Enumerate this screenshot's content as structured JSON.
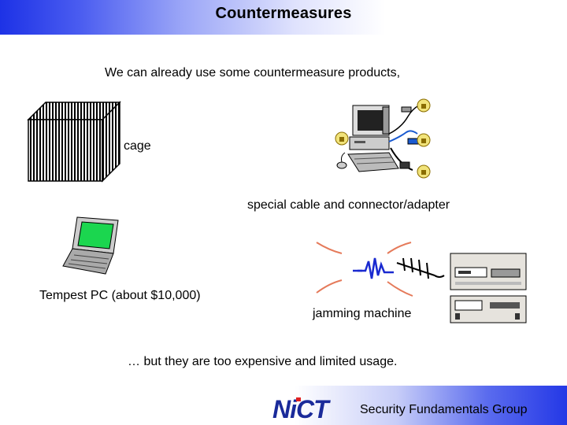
{
  "slide": {
    "title": "Countermeasures",
    "intro": "We can already use some countermeasure products,",
    "labels": {
      "cage": "cage",
      "cable": "special cable and connector/adapter",
      "tempest": "Tempest PC (about $10,000)",
      "jamming": "jamming machine"
    },
    "conclusion": "… but they are too expensive and limited usage.",
    "footer": {
      "logo_text": "NiCT",
      "group": "Security Fundamentals Group"
    }
  },
  "colors": {
    "title_gradient": "#1d32e6",
    "footer_gradient": "#2438e6",
    "logo": "#1a2a9a",
    "logo_accent": "#e02020"
  }
}
